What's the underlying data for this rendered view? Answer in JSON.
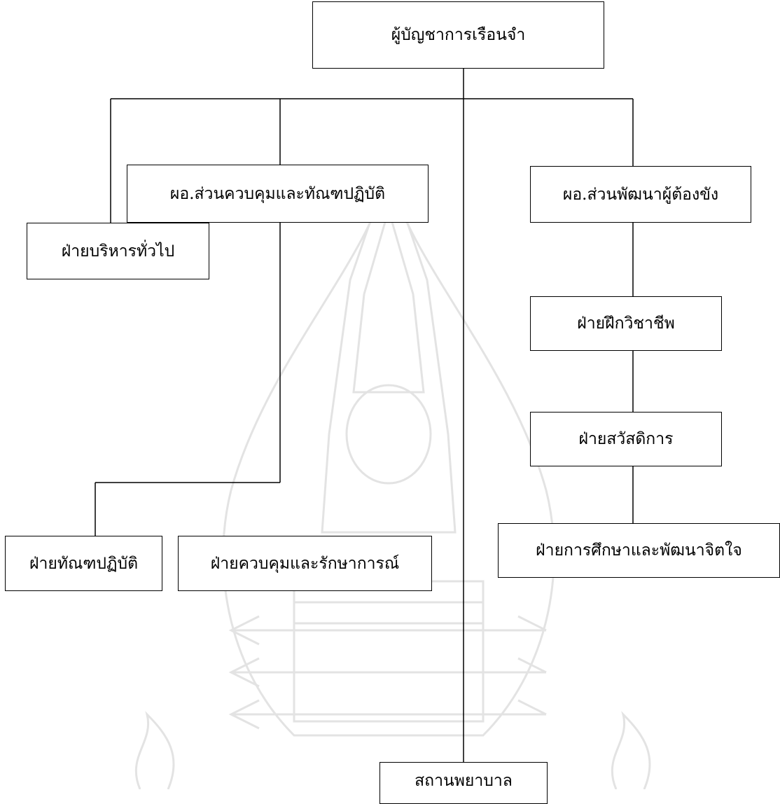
{
  "chart": {
    "title": "ผู้บัญชาการเรือนจำ",
    "branches": {
      "general_admin": "ฝ่ายบริหารทั่วไป",
      "control_division": {
        "head": "ผอ.ส่วนควบคุมและทัณฑปฏิบัติ",
        "units": [
          "ฝ่ายทัณฑปฏิบัติ",
          "ฝ่ายควบคุมและรักษาการณ์"
        ]
      },
      "hospital": "สถานพยาบาล",
      "development_division": {
        "head": "ผอ.ส่วนพัฒนาผู้ต้องขัง",
        "units": [
          "ฝ่ายฝึกวิชาชีพ",
          "ฝ่ายสวัสดิการ",
          "ฝ่ายการศึกษาและพัฒนาจิตใจ"
        ]
      }
    }
  },
  "colors": {
    "line": "#000000",
    "box_border": "#000000",
    "background": "#ffffff",
    "watermark": "#e3e3e3"
  }
}
